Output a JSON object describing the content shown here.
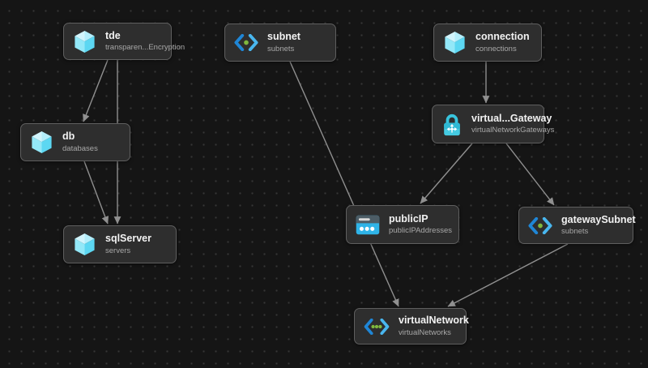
{
  "diagram": {
    "nodes": [
      {
        "id": "tde",
        "title": "tde",
        "subtitle": "transparen...Encryption",
        "icon": "cube-icon"
      },
      {
        "id": "subnet",
        "title": "subnet",
        "subtitle": "subnets",
        "icon": "subnet-icon"
      },
      {
        "id": "connection",
        "title": "connection",
        "subtitle": "connections",
        "icon": "cube-icon"
      },
      {
        "id": "virtualNetworkGateway",
        "title": "virtual...Gateway",
        "subtitle": "virtualNetworkGateways",
        "icon": "gateway-lock-icon"
      },
      {
        "id": "db",
        "title": "db",
        "subtitle": "databases",
        "icon": "cube-icon"
      },
      {
        "id": "sqlServer",
        "title": "sqlServer",
        "subtitle": "servers",
        "icon": "cube-icon"
      },
      {
        "id": "publicIP",
        "title": "publicIP",
        "subtitle": "publicIPAddresses",
        "icon": "public-ip-icon"
      },
      {
        "id": "gatewaySubnet",
        "title": "gatewaySubnet",
        "subtitle": "subnets",
        "icon": "subnet-icon"
      },
      {
        "id": "virtualNetwork",
        "title": "virtualNetwork",
        "subtitle": "virtualNetworks",
        "icon": "virtual-network-icon"
      }
    ],
    "edges": [
      {
        "from": "tde",
        "to": "db"
      },
      {
        "from": "tde",
        "to": "sqlServer"
      },
      {
        "from": "db",
        "to": "sqlServer"
      },
      {
        "from": "subnet",
        "to": "virtualNetwork"
      },
      {
        "from": "connection",
        "to": "virtualNetworkGateway"
      },
      {
        "from": "virtualNetworkGateway",
        "to": "publicIP"
      },
      {
        "from": "virtualNetworkGateway",
        "to": "gatewaySubnet"
      },
      {
        "from": "gatewaySubnet",
        "to": "virtualNetwork"
      }
    ],
    "colors": {
      "background": "#151515",
      "grid_dot": "#363636",
      "node_bg": "#2e2e2e",
      "node_border": "#5f5f5f",
      "edge": "#909090",
      "title_text": "#f2f2f2",
      "subtitle_text": "#a8a8a8",
      "cube_light": "#d2f5fd",
      "cube_mid": "#93e8f8",
      "cube_dark": "#5cd7f2",
      "chevron_left_blue": "#1f86d6",
      "chevron_right_blue": "#49b6ee",
      "dot_green": "#7fb83e",
      "lock_cyan": "#38c4dd",
      "publicip_blue": "#2fb4e8"
    }
  }
}
